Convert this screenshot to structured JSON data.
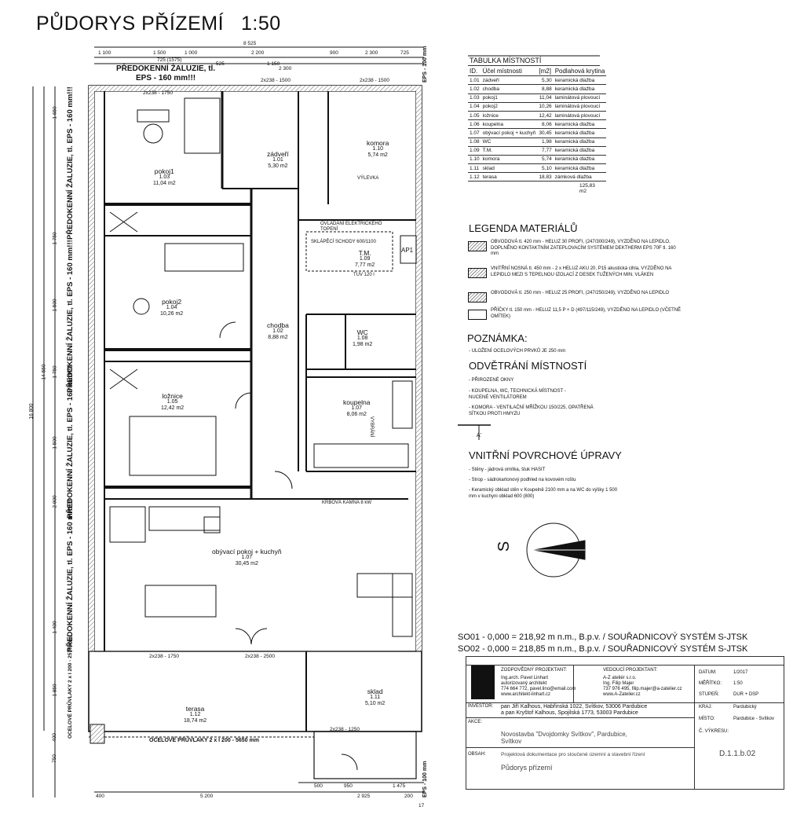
{
  "title": "PŮDORYS PŘÍZEMÍ",
  "scale": "1:50",
  "room_table": {
    "caption": "TABULKA MÍSTNOSTÍ",
    "headers": [
      "ID.",
      "Účel místnosti",
      "[m2]",
      "Podlahová krytina"
    ],
    "rows": [
      [
        "1.01",
        "zádveří",
        "5,30",
        "keramická dlažba"
      ],
      [
        "1.02",
        "chodba",
        "8,88",
        "keramická dlažba"
      ],
      [
        "1.03",
        "pokoj1",
        "11,04",
        "laminátová plovoucí"
      ],
      [
        "1.04",
        "pokoj2",
        "10,26",
        "laminátová plovoucí"
      ],
      [
        "1.05",
        "ložnice",
        "12,42",
        "laminátová plovoucí"
      ],
      [
        "1.06",
        "koupelna",
        "8,06",
        "keramická dlažba"
      ],
      [
        "1.07",
        "obývací pokoj + kuchyň",
        "30,45",
        "keramická dlažba"
      ],
      [
        "1.08",
        "WC",
        "1,98",
        "keramická dlažba"
      ],
      [
        "1.09",
        "T.M.",
        "7,77",
        "keramická dlažba"
      ],
      [
        "1.10",
        "komora",
        "5,74",
        "keramická dlažba"
      ],
      [
        "1.11",
        "sklad",
        "5,10",
        "keramická dlažba"
      ],
      [
        "1.12",
        "terasa",
        "18,83",
        "zámková dlažba"
      ]
    ],
    "total": "125,83 m2"
  },
  "legend": {
    "title": "LEGENDA MATERIÁLŮ",
    "items": [
      "OBVODOVÁ tl. 420 mm - HELUZ 30 PROFI, (247/300/249), VYZDĚNO NA LEPIDLO, DOPLNĚNO KONTAKTNÍM ZATEPLOVACÍM SYSTÉMEM DEKTHERM EPS 70F tl. 160 mm",
      "VNITŘNÍ NOSNÁ tl. 450 mm - 2 x HELUZ AKU 20, P15 akustická cihla, VYZDĚNO NA LEPIDLO MEZI S TEPELNOU IZOLACÍ Z DESEK TUŽENÝCH MIN. VLÁKEN",
      "OBVODOVÁ tl. 250 mm - HELUZ 25 PROFI, (247/250/249), VYZDĚNO NA LEPIDLO",
      "PŘÍČKY tl. 150 mm - HELUZ 11,5 P + D (497/115/249), VYZDĚNO NA LEPIDLO (VČETNĚ OMÍTEK)"
    ]
  },
  "notes": {
    "poznamka_title": "POZNÁMKA:",
    "poznamka": [
      "- ULOŽENÍ OCELOVÝCH PRVKŮ JE 250 mm"
    ],
    "odvetrani_title": "ODVĚTRÁNÍ MÍSTNOSTÍ",
    "odvetrani": [
      "- PŘIROZENÉ OKNY",
      "- KOUPELNA, WC, TECHNICKÁ MÍSTNOST - NUCENÉ VENTILÁTOREM",
      "- KOMORA - VENTILAČNÍ MŘÍŽKOU 150/225, OPATŘENÁ SÍTKOU PROTI HMYZU"
    ],
    "upravy_title": "VNITŘNÍ POVRCHOVÉ ÚPRAVY",
    "upravy": [
      "- Stěny - jádrová omítka, štuk HASIT",
      "- Strop - sádrokartonový podhled na kovovém roštu",
      "- Keramický obklad stěn v Koupelně 2100 mm a na WC do výšky 1 500 mm v kuchyni obklad 600 (800)"
    ]
  },
  "north": "S",
  "section_marker": "A'",
  "coords": [
    "SO01 - 0,000 = 218,92 m n.m., B.p.v. / SOUŘADNICOVÝ SYSTÉM S-JTSK",
    "SO02 - 0,000 = 218,85 m n.m., B.p.v. / SOUŘADNICOVÝ SYSTÉM S-JTSK"
  ],
  "title_block": {
    "zodp_label": "ZODPOVĚDNÝ PROJEKTANT:",
    "zodp": [
      "Ing.arch. Pavel Linhart",
      "autorizovaný architekt",
      "774 664 772, pavel.lino@email.com",
      "www.architekt-linhart.cz"
    ],
    "ved_label": "VEDOUCÍ PROJEKTANT:",
    "ved": [
      "A-Z ateliér s.r.o.",
      "Ing. Filip Majer",
      "737 976 495, filip.majer@a-zatelier.cz",
      "www.A-Zatelier.cz"
    ],
    "investor_label": "INVESTOR:",
    "investor": [
      "pan Jiří Kalhous, Habřinská 1022, Svítkov, 53006 Pardubice",
      "a pan Kryštof Kalhous, Spojilská 1773, 53003 Pardubice"
    ],
    "akce_label": "AKCE:",
    "akce": [
      "Novostavba \"Dvojdomky Svítkov\", Pardubice,",
      "Svítkov"
    ],
    "obsah_label": "OBSAH:",
    "obsah": [
      "Projektová dokumentace pro sloučené územní a stavební řízení",
      "Půdorys přízemí"
    ],
    "datum_label": "DATUM:",
    "datum": "1/2017",
    "meritko_label": "MĚŘÍTKO:",
    "meritko": "1:50",
    "stupen_label": "STUPEŇ:",
    "stupen": "DUR + DSP",
    "kraj_label": "KRAJ:",
    "kraj": "Pardubický",
    "misto_label": "MÍSTO:",
    "misto": "Pardubice - Svítkov",
    "vykres_label": "Č. VÝKRESU:",
    "vykres": "D.1.1.b.02"
  },
  "rooms": [
    {
      "name": "zádveří",
      "id": "1.01",
      "area": "5,30 m2"
    },
    {
      "name": "chodba",
      "id": "1.02",
      "area": "8,88 m2"
    },
    {
      "name": "pokoj1",
      "id": "1.03",
      "area": "11,04 m2"
    },
    {
      "name": "pokoj2",
      "id": "1.04",
      "area": "10,26 m2"
    },
    {
      "name": "ložnice",
      "id": "1.05",
      "area": "12,42 m2"
    },
    {
      "name": "koupelna",
      "id": "1.07",
      "area": "8,06 m2"
    },
    {
      "name": "obývací pokoj + kuchyň",
      "id": "1.07",
      "area": "30,45 m2"
    },
    {
      "name": "WC",
      "id": "1.08",
      "area": "1,98 m2"
    },
    {
      "name": "T.M.",
      "id": "1.09",
      "area": "7,77 m2"
    },
    {
      "name": "komora",
      "id": "1.10",
      "area": "5,74 m2"
    },
    {
      "name": "sklad",
      "id": "1.11",
      "area": "5,10 m2"
    },
    {
      "name": "terasa",
      "id": "1.12",
      "area": "18,74 m2"
    }
  ],
  "side_notes": {
    "left": "PŘEDOKENNÍ ŽALUZIE, tl. EPS - 160 mm!!!",
    "top": "PŘEDOKENNÍ ŽALUZIE, tl.",
    "top2": "EPS - 160 mm!!!",
    "eps_right": "EPS - 100 mm",
    "ocel_left": "OCELOVÉ PRŮVLAKY 2 x I 200 - 2575 mm",
    "ocel_bottom": "OCELOVÉ PRŮVLAKY 2 x I 200 - 5650 mm"
  },
  "annotations": {
    "vylevka": "VÝLEVKA",
    "ovladani": "OVLÁDÁNÍ ELEKTRICKÉHO TOPENÍ",
    "schody": "SKLÁPĚCÍ SCHODY 600/1100",
    "ap1": "AP1",
    "tuv": "TUV 120 l",
    "vybrani": "VYBRÁNÍ",
    "krb": "KRBOVÁ KAMNA 8 kW"
  },
  "dims_top": [
    "8 525",
    "1 100",
    "1 500",
    "725 (1575)",
    "1 000",
    "525",
    "2 200",
    "1 150",
    "2 300",
    "900",
    "2 300",
    "725"
  ],
  "dims_left": [
    "16 800",
    "14 550",
    "1 650",
    "1 750",
    "1 500",
    "1 750",
    "1 500",
    "2 000",
    "1 400",
    "1 850",
    "400",
    "750"
  ],
  "dims_bottom": [
    "400",
    "5 200",
    "500",
    "950",
    "1 475",
    "2 925",
    "200",
    "17"
  ],
  "lintels": [
    "2x238 - 1750",
    "2x238 - 1500",
    "2x238 - 1500",
    "2x238 - 1750",
    "2x238 - 2500",
    "2x238 - 1250"
  ]
}
